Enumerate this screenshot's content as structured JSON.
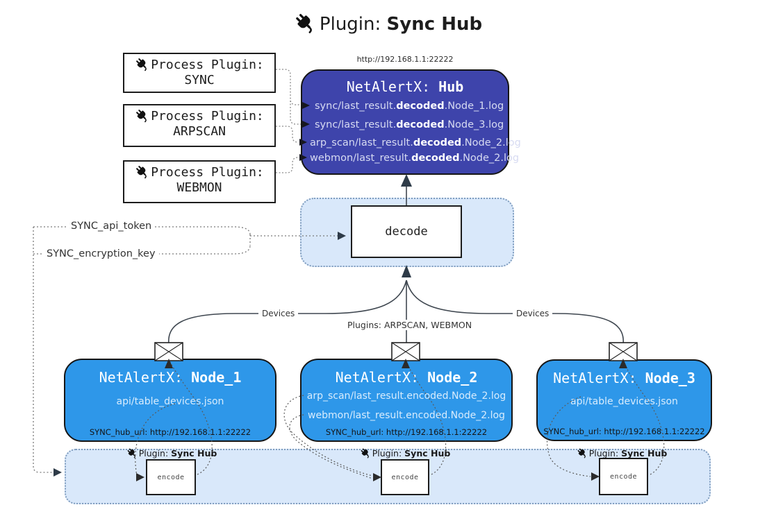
{
  "colors": {
    "hub_fill": "#3E44AB",
    "node_fill": "#2E97E9",
    "panel_fill": "#D9E8FA",
    "panel_border": "#7F9CBE"
  },
  "title": {
    "prefix": "Plugin:",
    "bold": "Sync Hub"
  },
  "hub": {
    "url": "http://192.168.1.1:22222",
    "title_prefix": "NetAlertX:",
    "title_bold": "Hub",
    "lines": [
      {
        "pre": "sync/last_result.",
        "bold": "decoded",
        "post": ".Node_1.log"
      },
      {
        "pre": "sync/last_result.",
        "bold": "decoded",
        "post": ".Node_3.log"
      },
      {
        "pre": "arp_scan/last_result.",
        "bold": "decoded",
        "post": ".Node_2.log"
      },
      {
        "pre": "webmon/last_result.",
        "bold": "decoded",
        "post": ".Node_2.log"
      }
    ]
  },
  "process_plugins": [
    {
      "label": "Process Plugin:",
      "name": "SYNC"
    },
    {
      "label": "Process Plugin:",
      "name": "ARPSCAN"
    },
    {
      "label": "Process Plugin:",
      "name": "WEBMON"
    }
  ],
  "decode_label": "decode",
  "encode_label": "encode",
  "settings": {
    "api_token": "SYNC_api_token",
    "encryption_key": "SYNC_encryption_key"
  },
  "edge_labels": {
    "devices_left": "Devices",
    "plugins": "Plugins: ARPSCAN, WEBMON",
    "devices_right": "Devices"
  },
  "nodes": [
    {
      "title_prefix": "NetAlertX:",
      "title_bold": "Node_1",
      "lines": [
        "api/table_devices.json"
      ],
      "hub_url": "SYNC_hub_url: http://192.168.1.1:22222"
    },
    {
      "title_prefix": "NetAlertX:",
      "title_bold": "Node_2",
      "lines": [
        "arp_scan/last_result.encoded.Node_2.log",
        "webmon/last_result.encoded.Node_2.log"
      ],
      "hub_url": "SYNC_hub_url: http://192.168.1.1:22222"
    },
    {
      "title_prefix": "NetAlertX:",
      "title_bold": "Node_3",
      "lines": [
        "api/table_devices.json"
      ],
      "hub_url": "SYNC_hub_url: http://192.168.1.1:22222"
    }
  ],
  "encode_plugin_label": {
    "prefix": "Plugin:",
    "bold": "Sync Hub"
  }
}
